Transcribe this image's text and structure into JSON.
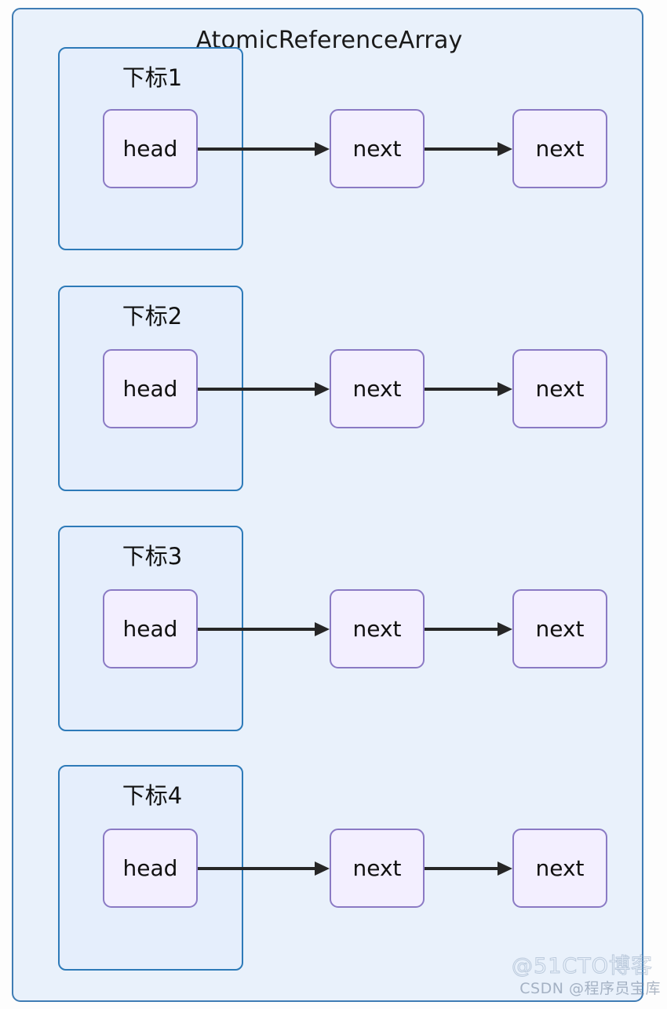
{
  "diagram": {
    "title": "AtomicReferenceArray",
    "colors": {
      "outer_border": "#3f7cb4",
      "outer_fill": "#e9f1fb",
      "group_border": "#2d7ab8",
      "group_fill": "#e5eefc",
      "node_border": "#8a7ac4",
      "node_fill": "#f3efff",
      "arrow": "#262626",
      "text": "#101010"
    },
    "groups": [
      {
        "label": "下标1",
        "nodes": [
          {
            "label": "head",
            "role": "head-node"
          },
          {
            "label": "next",
            "role": "next-node"
          },
          {
            "label": "next",
            "role": "next-node"
          }
        ]
      },
      {
        "label": "下标2",
        "nodes": [
          {
            "label": "head",
            "role": "head-node"
          },
          {
            "label": "next",
            "role": "next-node"
          },
          {
            "label": "next",
            "role": "next-node"
          }
        ]
      },
      {
        "label": "下标3",
        "nodes": [
          {
            "label": "head",
            "role": "head-node"
          },
          {
            "label": "next",
            "role": "next-node"
          },
          {
            "label": "next",
            "role": "next-node"
          }
        ]
      },
      {
        "label": "下标4",
        "nodes": [
          {
            "label": "head",
            "role": "head-node"
          },
          {
            "label": "next",
            "role": "next-node"
          },
          {
            "label": "next",
            "role": "next-node"
          }
        ]
      }
    ]
  },
  "watermarks": {
    "primary": "@51CTO博客",
    "secondary": "CSDN @程序员宝库"
  }
}
